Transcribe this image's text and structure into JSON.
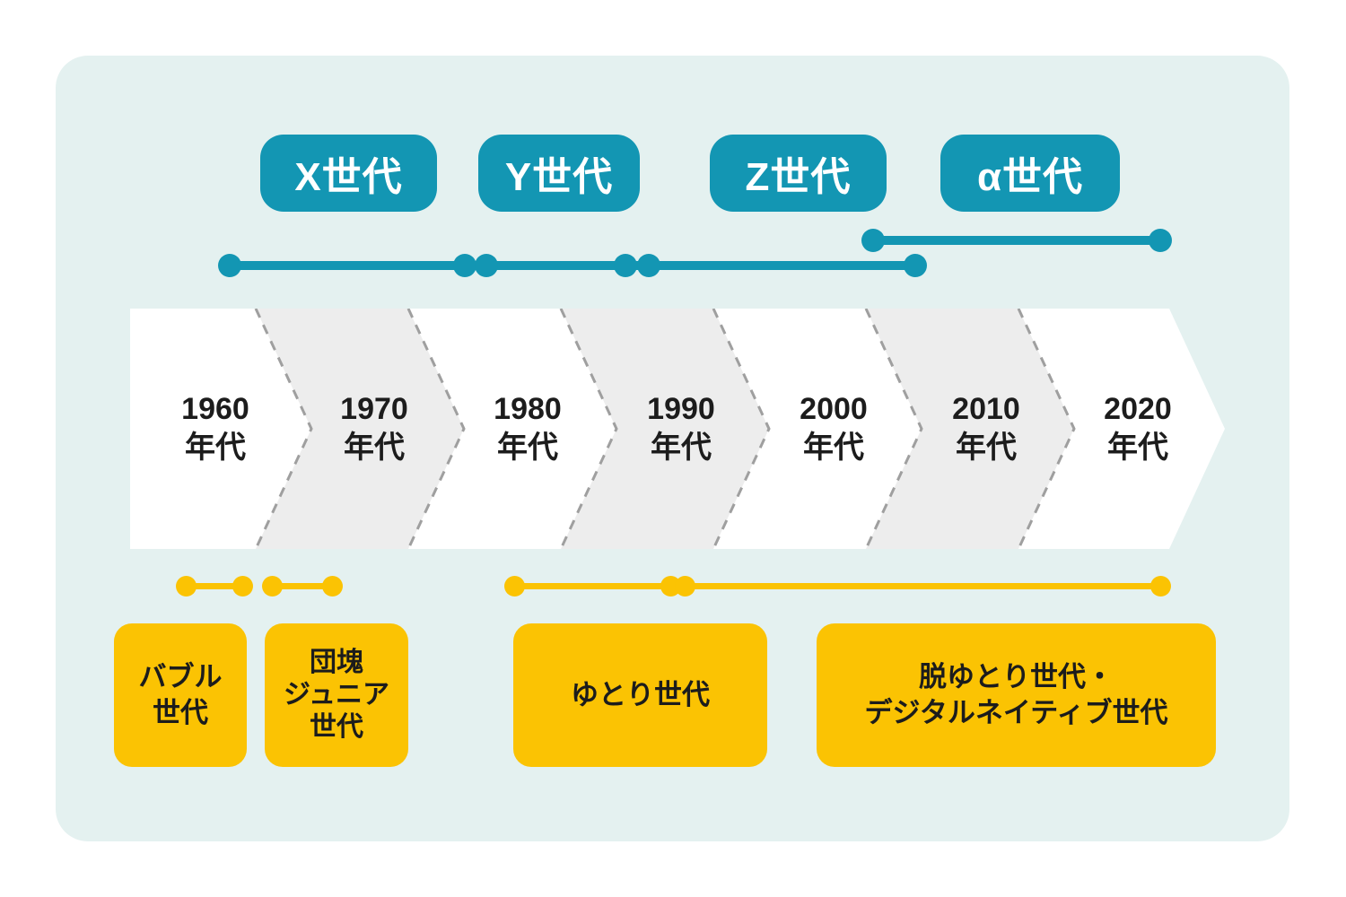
{
  "colors": {
    "page_bg": "#ffffff",
    "panel_bg": "#e4f1f0",
    "teal": "#1396b3",
    "yellow": "#fbc303",
    "band_white": "#ffffff",
    "band_gray": "#ededed",
    "dash_gray": "#9f9f9f",
    "text_dark": "#1c1c1c",
    "text_light": "#ffffff"
  },
  "top_generations": [
    {
      "label": "X世代"
    },
    {
      "label": "Y世代"
    },
    {
      "label": "Z世代"
    },
    {
      "label": "α世代"
    }
  ],
  "decades": [
    {
      "year": "1960",
      "suffix": "年代"
    },
    {
      "year": "1970",
      "suffix": "年代"
    },
    {
      "year": "1980",
      "suffix": "年代"
    },
    {
      "year": "1990",
      "suffix": "年代"
    },
    {
      "year": "2000",
      "suffix": "年代"
    },
    {
      "year": "2010",
      "suffix": "年代"
    },
    {
      "year": "2020",
      "suffix": "年代"
    }
  ],
  "bottom_generations": [
    {
      "label": "バブル世代",
      "lines": [
        "バブル",
        "世代"
      ]
    },
    {
      "label": "団塊ジュニア世代",
      "lines": [
        "団塊",
        "ジュニア",
        "世代"
      ]
    },
    {
      "label": "ゆとり世代",
      "lines": [
        "ゆとり世代"
      ]
    },
    {
      "label": "脱ゆとり世代・デジタルネイティブ世代",
      "lines": [
        "脱ゆとり世代・",
        "デジタルネイティブ世代"
      ]
    }
  ]
}
